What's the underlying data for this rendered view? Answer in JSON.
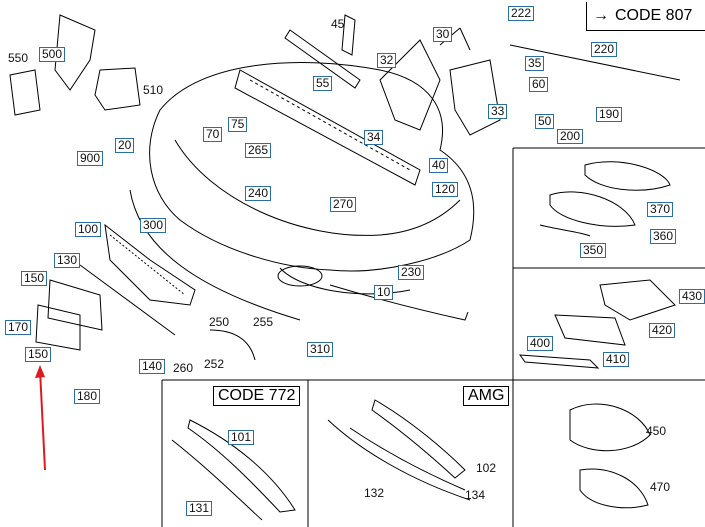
{
  "headers": {
    "code807": "CODE 807",
    "code772": "CODE 772",
    "amg": "AMG"
  },
  "arrow_glyph": "→",
  "labels": {
    "l550": "550",
    "l500": "500",
    "l510": "510",
    "l45": "45",
    "l30": "30",
    "l222": "222",
    "l220": "220",
    "l32": "32",
    "l35": "35",
    "l55": "55",
    "l60": "60",
    "l70": "70",
    "l75": "75",
    "l33": "33",
    "l190": "190",
    "l50": "50",
    "l200": "200",
    "l20": "20",
    "l34": "34",
    "l265": "265",
    "l900": "900",
    "l40": "40",
    "l120": "120",
    "l240": "240",
    "l270": "270",
    "l370": "370",
    "l100": "100",
    "l300": "300",
    "l360": "360",
    "l350": "350",
    "l230": "230",
    "l130": "130",
    "l150a": "150",
    "l10": "10",
    "l430": "430",
    "l250": "250",
    "l255": "255",
    "l170": "170",
    "l420": "420",
    "l310": "310",
    "l150b": "150",
    "l400": "400",
    "l410": "410",
    "l140": "140",
    "l260": "260",
    "l252": "252",
    "l180": "180",
    "l101": "101",
    "l450": "450",
    "l102": "102",
    "l132": "132",
    "l134": "134",
    "l470": "470",
    "l131": "131"
  },
  "colors": {
    "label_border": "#2a6f9e",
    "pointer_arrow": "#e0191d",
    "line": "#000000"
  }
}
